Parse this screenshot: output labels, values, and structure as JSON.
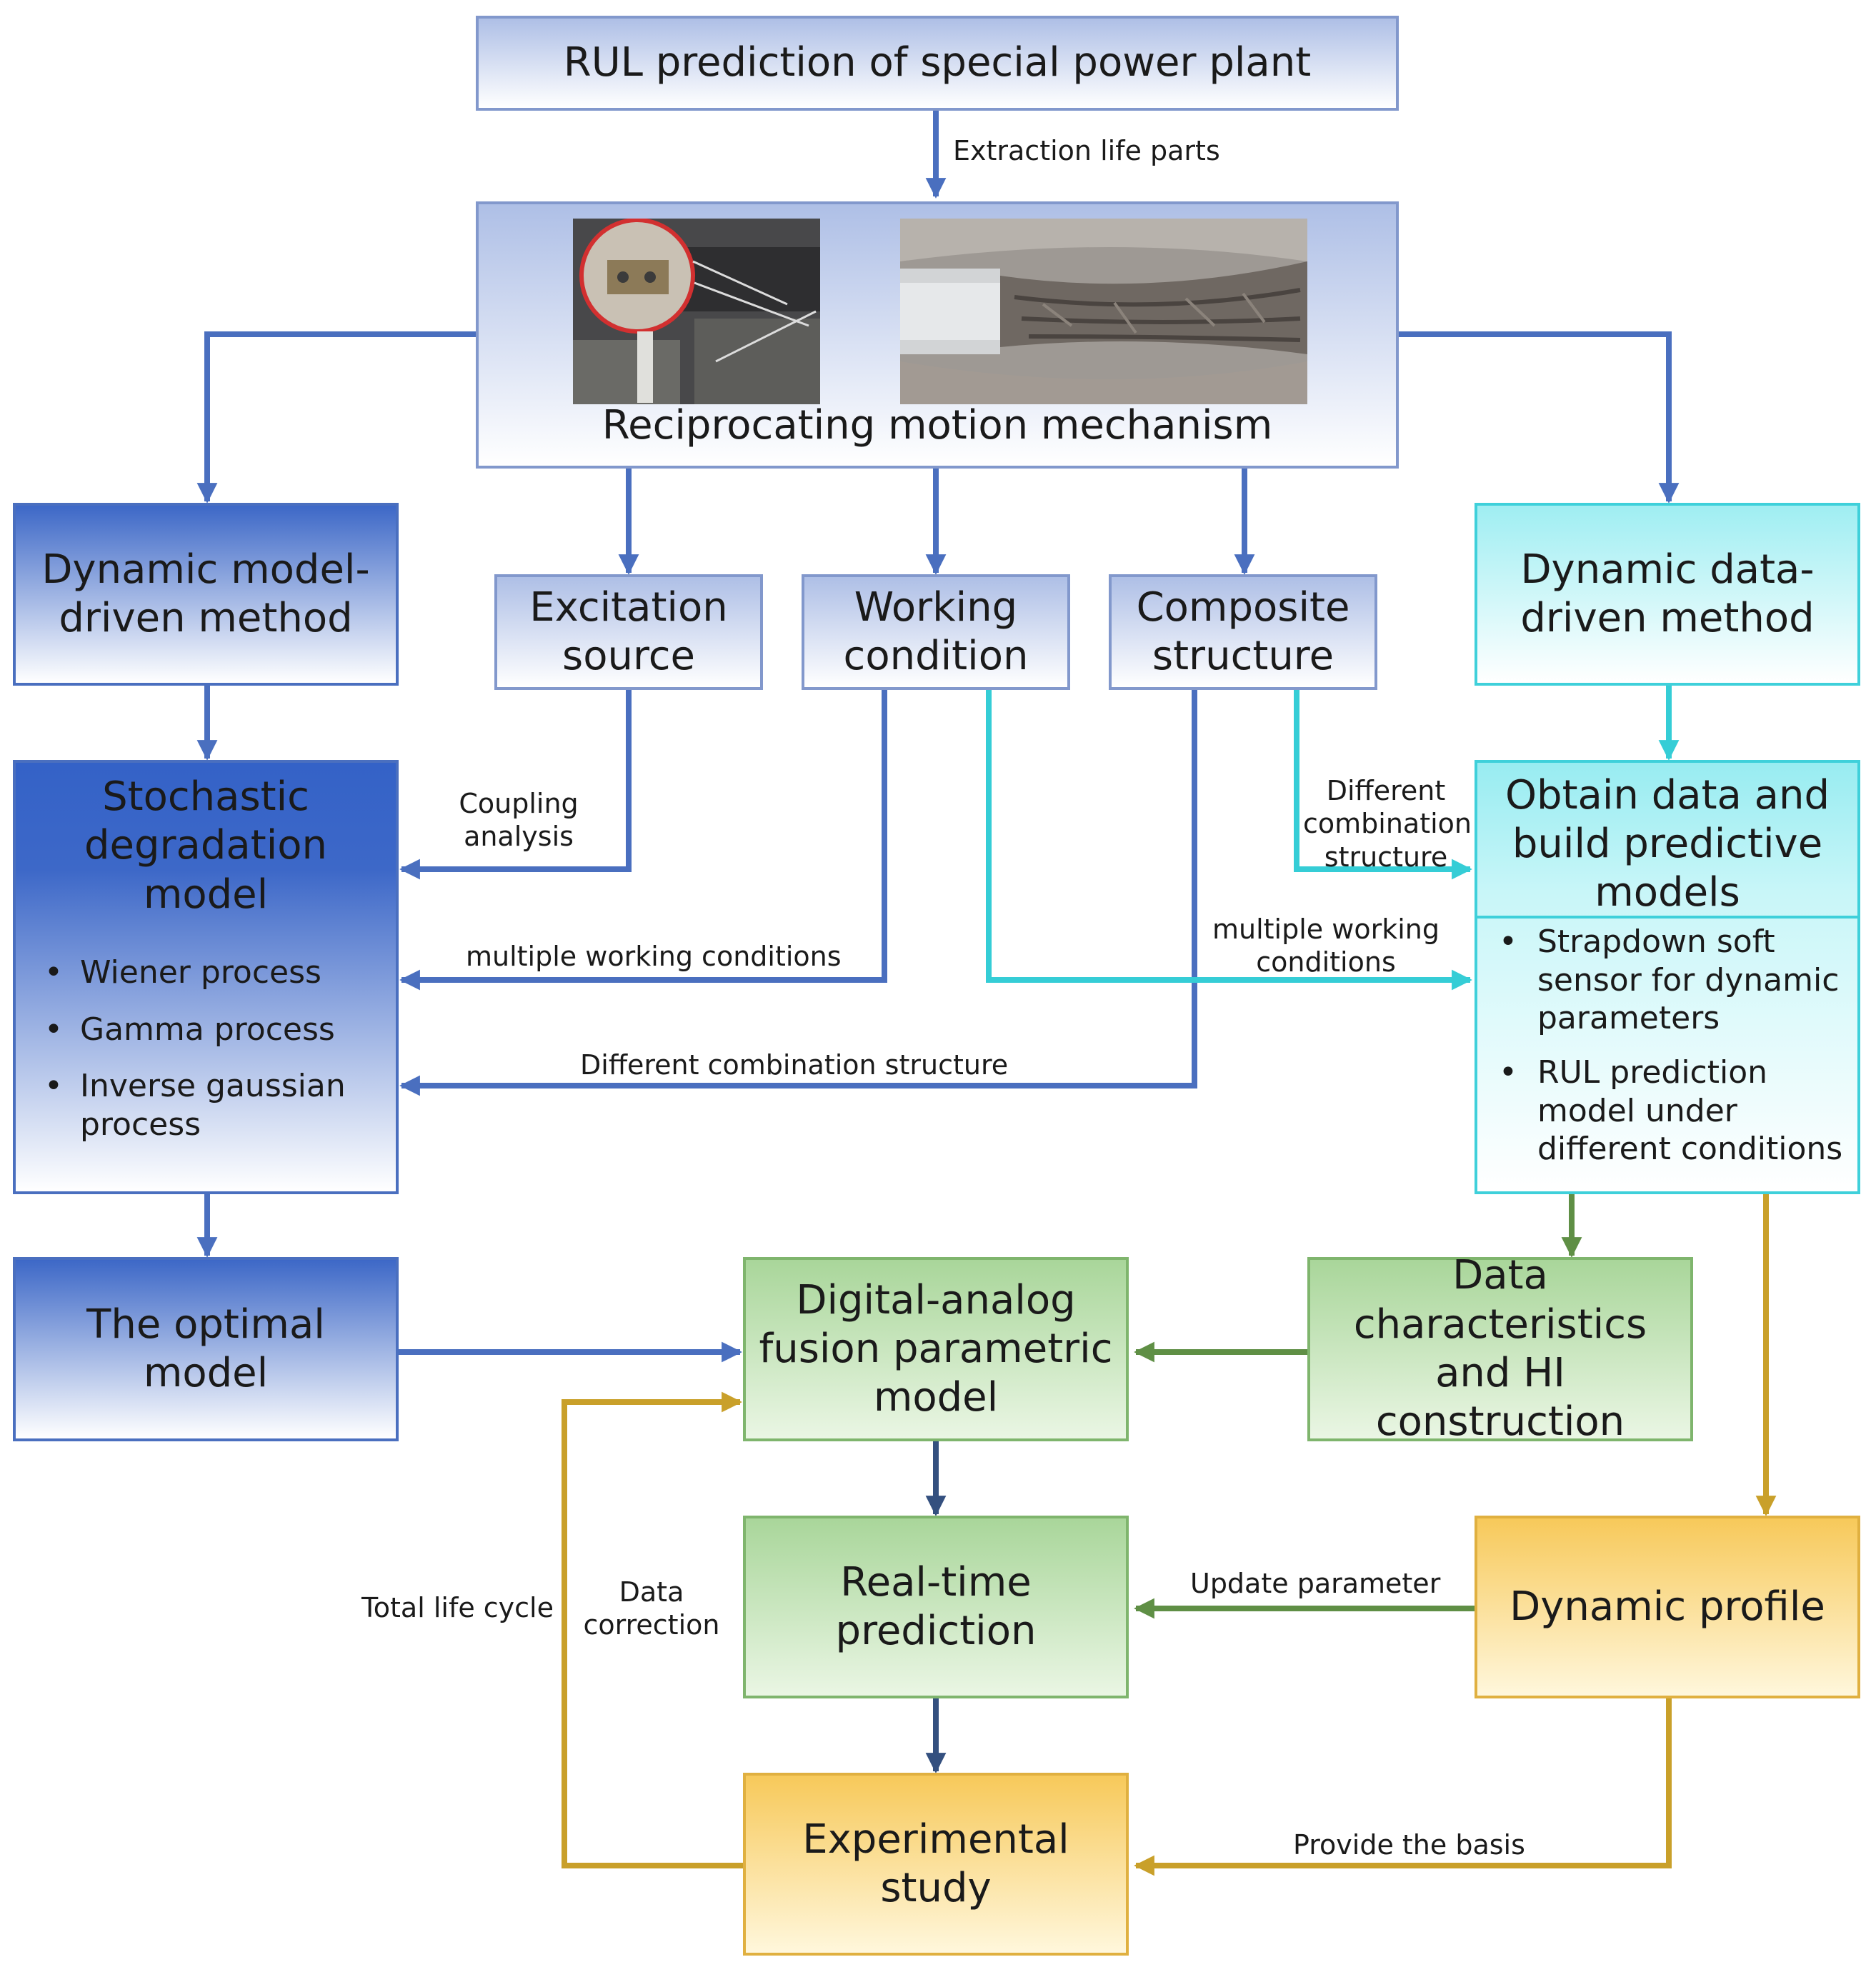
{
  "boxes": {
    "top": "RUL prediction of special power plant",
    "mechanism": "Reciprocating motion mechanism",
    "dyn_model": "Dynamic model-driven method",
    "excitation": "Excitation source",
    "working": "Working condition",
    "composite": "Composite structure",
    "dyn_data": "Dynamic data-driven method",
    "stochastic": "Stochastic degradation model",
    "obtain": "Obtain data and build predictive models",
    "optimal": "The optimal model",
    "fusion": "Digital-analog fusion parametric model",
    "hi": "Data characteristics and HI construction",
    "realtime": "Real-time prediction",
    "profile": "Dynamic profile",
    "experimental": "Experimental study"
  },
  "lists": {
    "stochastic": [
      "Wiener process",
      "Gamma process",
      "Inverse gaussian process"
    ],
    "obtain": [
      "Strapdown soft sensor for dynamic parameters",
      "RUL prediction model under different conditions"
    ]
  },
  "labels": {
    "extraction": "Extraction life parts",
    "coupling": "Coupling analysis",
    "multi_left": "multiple working conditions",
    "diff_comb_left": "Different combination structure",
    "diff_comb_right": "Different combination structure",
    "multi_right": "multiple working conditions",
    "total_life": "Total life cycle",
    "data_corr": "Data correction",
    "update": "Update parameter",
    "basis": "Provide the basis"
  },
  "colors": {
    "blue": "#4a6fbf",
    "cyan": "#35cdd6",
    "green": "#5f8f45",
    "gold": "#c9a02a",
    "navy": "#34507f"
  }
}
